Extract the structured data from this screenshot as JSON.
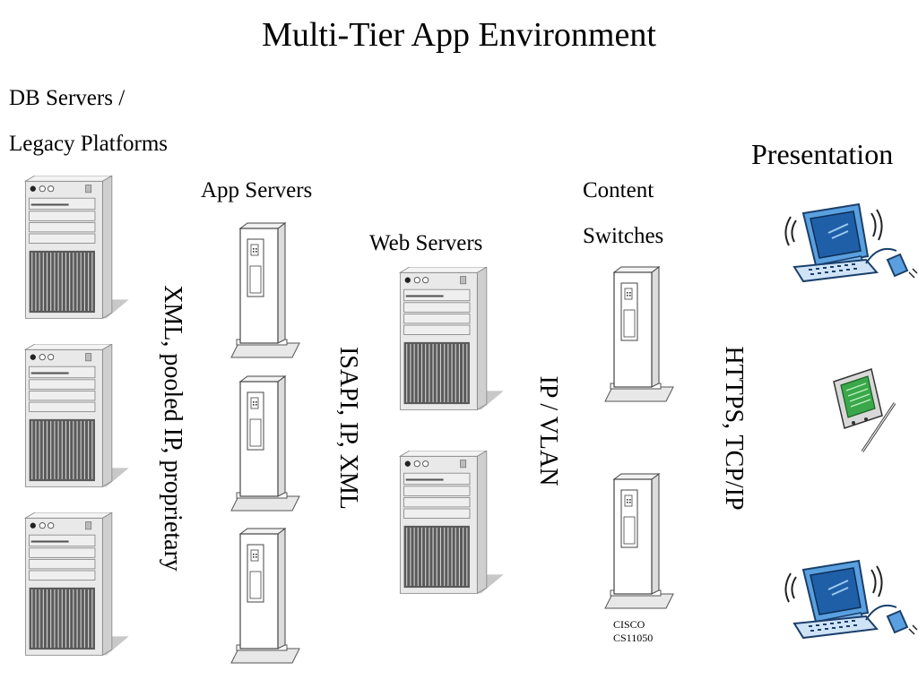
{
  "title": "Multi-Tier App Environment",
  "tiers": {
    "db_line1": "DB Servers /",
    "db_line2": "Legacy Platforms",
    "app": "App Servers",
    "web": "Web Servers",
    "content_line1": "Content",
    "content_line2": "Switches",
    "presentation": "Presentation"
  },
  "protocols": {
    "db_app": "XML, pooled IP, proprietary",
    "app_web": "ISAPI, IP, XML",
    "web_switch": "IP / VLAN",
    "switch_client": "HTTPS, TCP/IP"
  },
  "switch_caption": {
    "line1": "CISCO",
    "line2": "CS11050"
  },
  "icons": {
    "db_server": "tower-server-icon",
    "app_server": "slim-server-icon",
    "web_server": "tower-server-icon",
    "content_switch": "slim-server-icon",
    "desktop": "desktop-computer-icon",
    "pda": "pda-icon"
  },
  "colors": {
    "server_body": "#e6e6e6",
    "server_side": "#cfcfcf",
    "shadow": "#c8c8c8",
    "screen": "#1f5fa8",
    "monitor": "#5aa0e0",
    "pda_screen": "#3aa84a"
  }
}
